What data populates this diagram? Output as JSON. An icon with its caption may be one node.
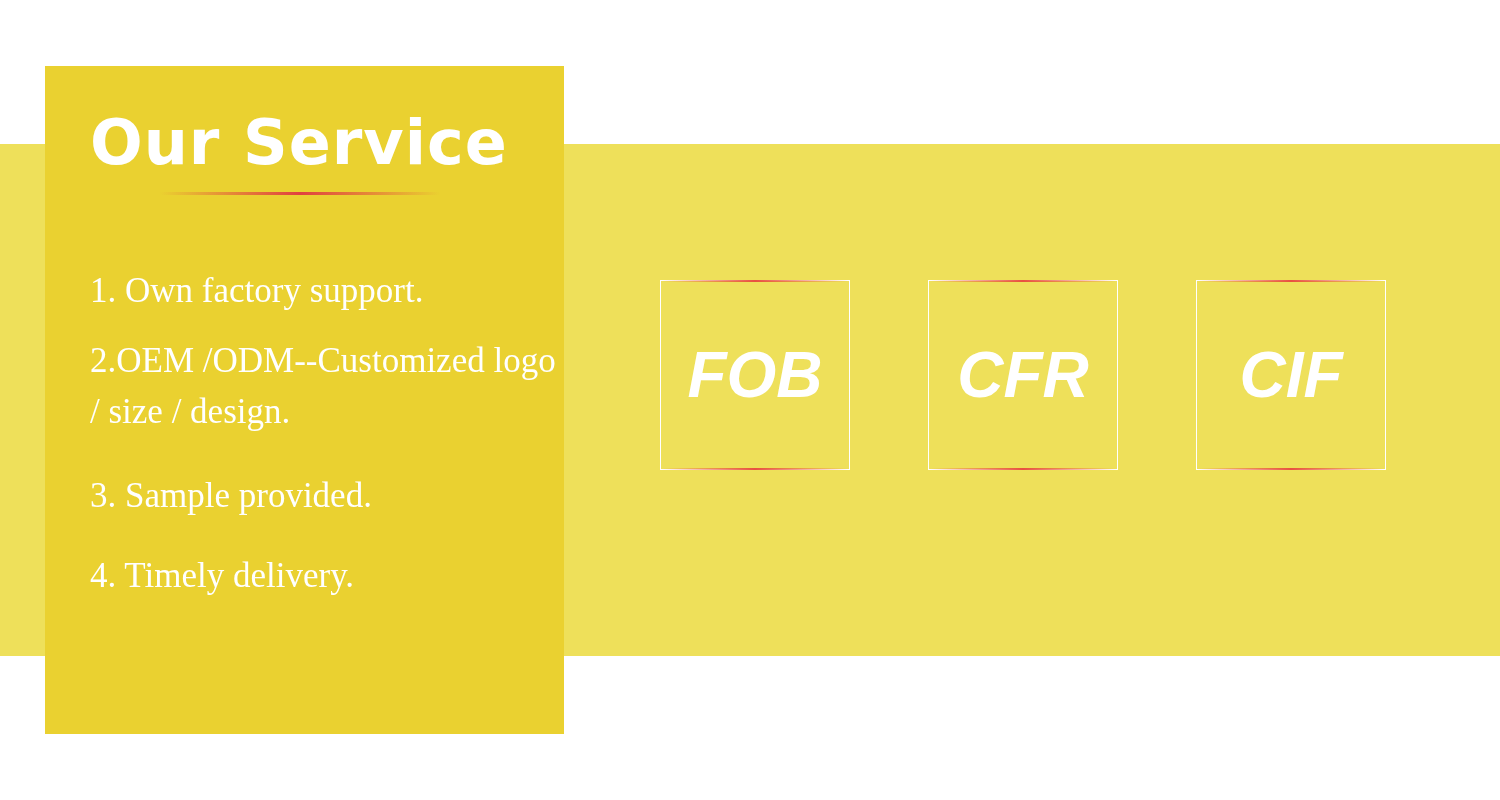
{
  "diagram": {
    "title": "Our Service",
    "nodes": [
      {
        "text": [
          "1. Own factory support.",
          "2.OEM /ODM--Customized logo / size / design.",
          "3. Sample provided.",
          "4. Timely delivery."
        ]
      },
      {
        "text": [
          "FOB"
        ]
      },
      {
        "text": [
          "CFR"
        ]
      },
      {
        "text": [
          "CIF"
        ]
      }
    ],
    "edges": []
  }
}
